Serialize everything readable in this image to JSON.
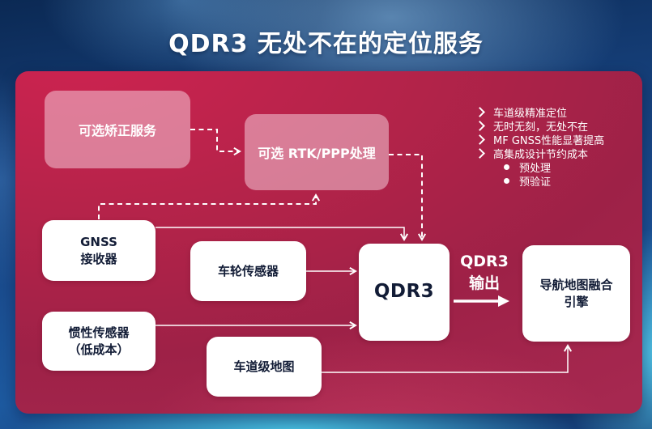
{
  "title": "QDR3 无处不在的定位服务",
  "colors": {
    "panel_crimson": "#ad2349",
    "background_blue": "#1a4c8e",
    "cyan_glow": "#50d4ee",
    "box_text_navy": "#121c36",
    "line_white": "#ffffff"
  },
  "panel": {
    "boxes": {
      "correction": "可选矫正服务",
      "rtk": "可选 RTK/PPP处理",
      "gnss": "GNSS\n接收器",
      "wheel": "车轮传感器",
      "inertial": "惯性传感器\n（低成本）",
      "lane_map": "车道级地图",
      "qdr3": "QDR3",
      "nav_engine": "导航地图融合\n引擎"
    },
    "output_label": "QDR3\n输出",
    "features": [
      "车道级精准定位",
      "无时无刻，无处不在",
      "MF GNSS性能显著提高",
      "高集成设计节约成本"
    ],
    "sub_features": [
      "预处理",
      "预验证"
    ]
  }
}
